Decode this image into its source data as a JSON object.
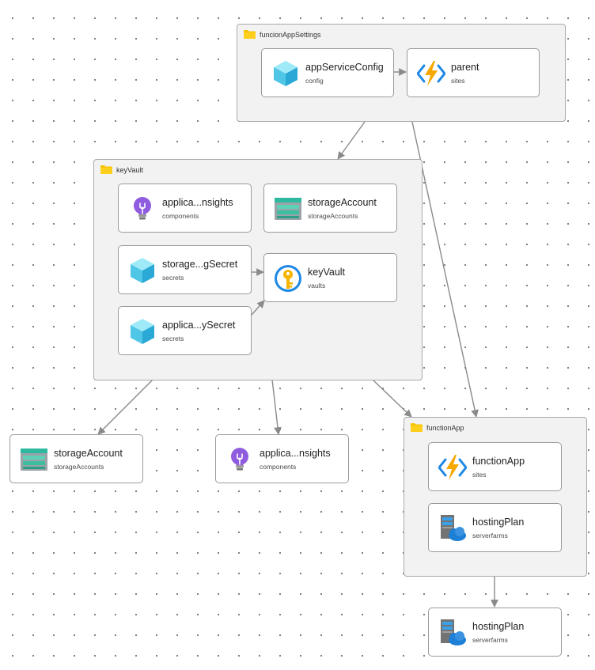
{
  "groups": {
    "funcionAppSettings": {
      "label": "funcionAppSettings"
    },
    "keyVault": {
      "label": "keyVault"
    },
    "functionApp": {
      "label": "functionApp"
    }
  },
  "nodes": {
    "appServiceConfig": {
      "name": "appServiceConfig",
      "type": "config",
      "icon": "cube-icon"
    },
    "parent": {
      "name": "parent",
      "type": "sites",
      "icon": "function-app-icon"
    },
    "kvAppInsights": {
      "name": "applica...nsights",
      "type": "components",
      "icon": "app-insights-icon"
    },
    "kvStorageAccount": {
      "name": "storageAccount",
      "type": "storageAccounts",
      "icon": "storage-account-icon"
    },
    "storageSecret": {
      "name": "storage...gSecret",
      "type": "secrets",
      "icon": "cube-icon"
    },
    "keyVaultNode": {
      "name": "keyVault",
      "type": "vaults",
      "icon": "key-vault-icon"
    },
    "appKeySecret": {
      "name": "applica...ySecret",
      "type": "secrets",
      "icon": "cube-icon"
    },
    "storageAccount": {
      "name": "storageAccount",
      "type": "storageAccounts",
      "icon": "storage-account-icon"
    },
    "appInsights": {
      "name": "applica...nsights",
      "type": "components",
      "icon": "app-insights-icon"
    },
    "functionAppNode": {
      "name": "functionApp",
      "type": "sites",
      "icon": "function-app-icon"
    },
    "hostingPlanInner": {
      "name": "hostingPlan",
      "type": "serverfarms",
      "icon": "app-service-plan-icon"
    },
    "hostingPlan": {
      "name": "hostingPlan",
      "type": "serverfarms",
      "icon": "app-service-plan-icon"
    }
  },
  "colors": {
    "edge": "#8a8a8a",
    "folder": "#f7c300",
    "group_bg": "#f2f2f3"
  }
}
